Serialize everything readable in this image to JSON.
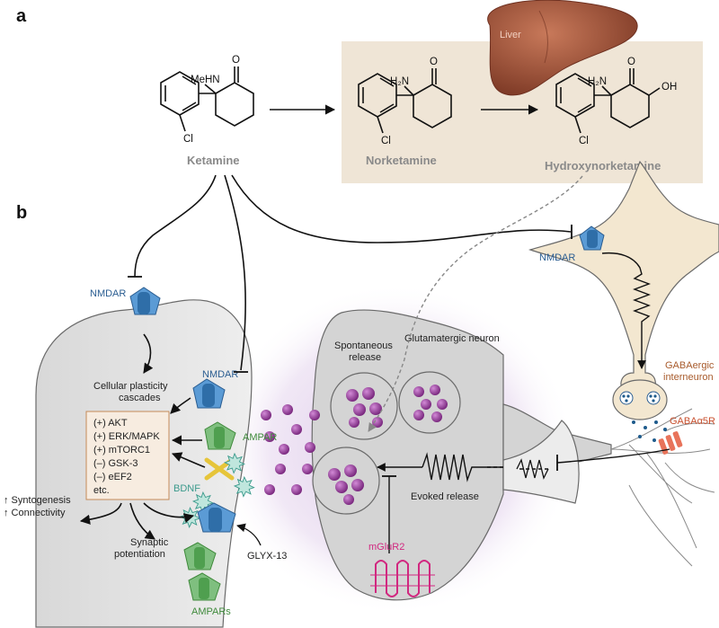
{
  "panels": {
    "a": "a",
    "b": "b"
  },
  "molecules": {
    "ketamine": {
      "name": "Ketamine",
      "substituent": "MeHN",
      "oxo": "O",
      "halogen": "Cl"
    },
    "norketamine": {
      "name": "Norketamine",
      "substituent": "H₂N",
      "oxo": "O",
      "halogen": "Cl"
    },
    "hydroxynorketamine": {
      "name": "Hydroxynorketamine",
      "substituent": "H₂N",
      "oxo": "O",
      "hydroxyl": "OH",
      "halogen": "Cl"
    }
  },
  "liver": {
    "label": "Liver"
  },
  "labels": {
    "nmdar_top": "NMDAR",
    "nmdar_mid": "NMDAR",
    "nmdar_interneuron": "NMDAR",
    "cellular_plasticity_line1": "Cellular plasticity",
    "cellular_plasticity_line2": "cascades",
    "ampar": "AMPAR",
    "ampars": "AMPARs",
    "bdnf": "BDNF",
    "glyx": "GLYX-13",
    "synaptic_line1": "Synaptic",
    "synaptic_line2": "potentiation",
    "syntogenesis": "↑ Syntogenesis",
    "connectivity": "↑ Connectivity",
    "spontaneous_line1": "Spontaneous",
    "spontaneous_line2": "release",
    "glutamatergic": "Glutamatergic neuron",
    "evoked": "Evoked release",
    "mglur2": "mGluR2",
    "gabaergic_line1": "GABAergic",
    "gabaergic_line2": "interneuron",
    "gaba_receptor": "GABAα5R"
  },
  "cascade_box": [
    "(+) AKT",
    "(+) ERK/MAPK",
    "(+) mTORC1",
    "(–) GSK-3",
    "(–) eEF2",
    "etc."
  ],
  "colors": {
    "nmdar": "#5b9bd5",
    "ampar": "#7fbf7f",
    "vesicle": "#9b3fa0",
    "bdnf": "#3b9a8c",
    "gaba": "#e8735a",
    "mglur2": "#d12880",
    "metabolism_bg": "#efe5d6",
    "neuron_fill": "#e4e4e4",
    "interneuron_fill": "#f3e7d0",
    "liver": "#a5553a"
  }
}
